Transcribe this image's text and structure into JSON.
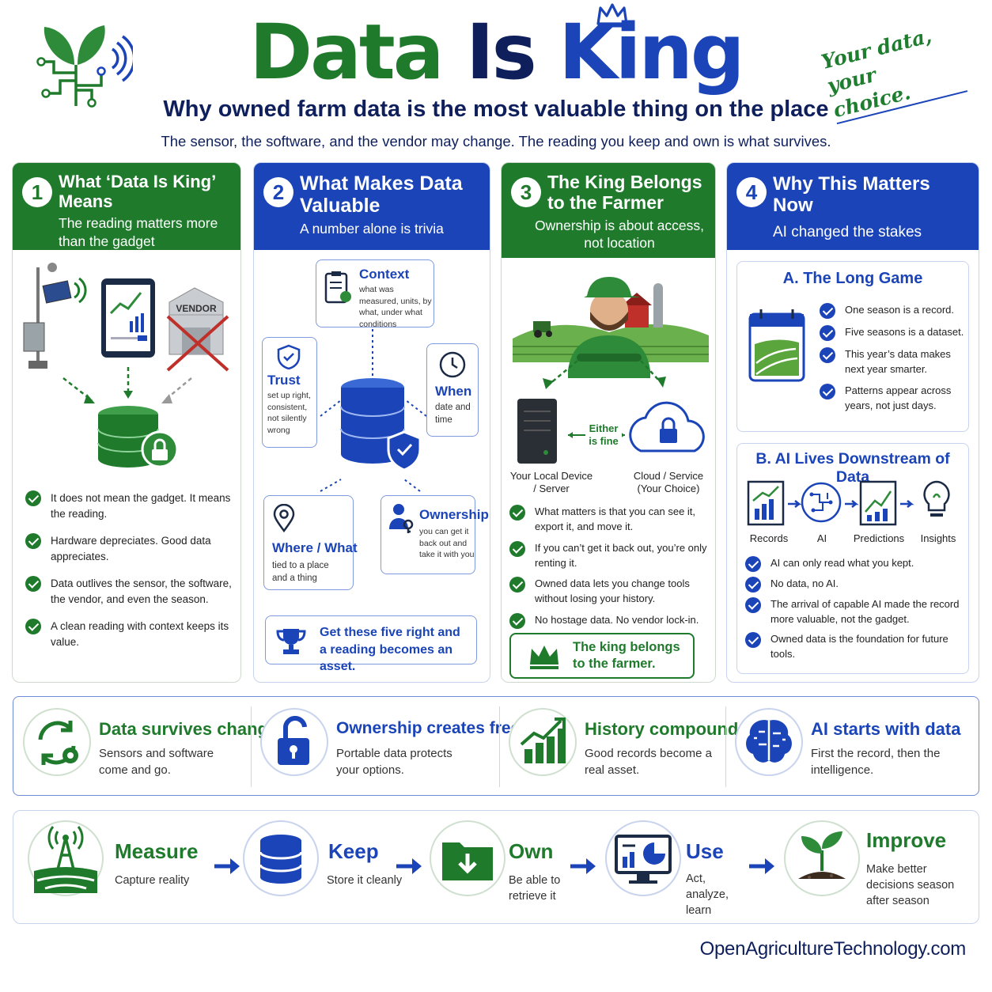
{
  "header": {
    "title_part1": "Data",
    "title_part2": "Is",
    "title_part3": "King",
    "subtitle": "Why owned farm data is the most valuable thing on the place",
    "tagline": "The sensor, the software, and the vendor may change. The reading you keep and own is what survives.",
    "slogan_line1": "Your data,",
    "slogan_line2": "your choice.",
    "logo_icon": "sprout-circuit-signal-icon"
  },
  "colors": {
    "green": "#1f7a2c",
    "blue": "#1a44b8",
    "navy": "#0e1f5c"
  },
  "columns": [
    {
      "number": "1",
      "title": "What ‘Data Is King’ Means",
      "subtitle": "The reading matters more than the gadget",
      "vendor_label": "VENDOR",
      "bullets": [
        "It does not mean the gadget. It means the reading.",
        "Hardware depreciates. Good data appreciates.",
        "Data outlives the sensor, the software, the vendor, and even the season.",
        "A clean reading with context keeps its value."
      ]
    },
    {
      "number": "2",
      "title": "What Makes Data Valuable",
      "subtitle": "A number alone is trivia",
      "cards": {
        "context": {
          "title": "Context",
          "desc": "what was measured, units, by what, under what conditions"
        },
        "trust": {
          "title": "Trust",
          "desc": "set up right, consistent, not silently wrong"
        },
        "when": {
          "title": "When",
          "desc": "date and time"
        },
        "where": {
          "title": "Where / What",
          "desc": "tied to a place and a thing"
        },
        "ownership": {
          "title": "Ownership",
          "desc": "you can get it back out and take it with you"
        }
      },
      "callout": "Get these five right and a reading becomes an asset."
    },
    {
      "number": "3",
      "title": "The King Belongs to the Farmer",
      "subtitle": "Ownership is about access, not location",
      "either": "Either is fine",
      "local_label": "Your Local Device / Server",
      "cloud_label": "Cloud / Service (Your Choice)",
      "bullets": [
        "What matters is that you can see it, export it, and move it.",
        "If you can’t get it back out, you’re only renting it.",
        "Owned data lets you change tools without losing your history.",
        "No hostage data. No vendor lock-in."
      ],
      "callout": "The king belongs to the farmer."
    },
    {
      "number": "4",
      "title": "Why This Matters Now",
      "subtitle": "AI changed the stakes",
      "panel_a": {
        "title": "A. The Long Game",
        "bullets": [
          "One season is a record.",
          "Five seasons is a dataset.",
          "This year’s data makes next year smarter.",
          "Patterns appear across years, not just days."
        ]
      },
      "panel_b": {
        "title": "B. AI Lives Downstream of Data",
        "pipeline": [
          "Records",
          "AI",
          "Predictions",
          "Insights"
        ],
        "bullets": [
          "AI can only read what you kept.",
          "No data, no AI.",
          "The arrival of capable AI made the record more valuable, not the gadget.",
          "Owned data is the foundation for future tools."
        ]
      }
    }
  ],
  "strip": [
    {
      "title": "Data survives change",
      "desc": "Sensors and software come and go.",
      "icon": "cycle-gear-icon"
    },
    {
      "title": "Ownership creates freedom",
      "desc": "Portable data protects your options.",
      "icon": "unlocked-padlock-icon"
    },
    {
      "title": "History compounds",
      "desc": "Good records become a real asset.",
      "icon": "growth-chart-icon"
    },
    {
      "title": "AI starts with data",
      "desc": "First the record, then the intelligence.",
      "icon": "circuit-brain-icon"
    }
  ],
  "flow": [
    {
      "title": "Measure",
      "desc": "Capture reality",
      "icon": "antenna-field-icon"
    },
    {
      "title": "Keep",
      "desc": "Store it cleanly",
      "icon": "database-icon"
    },
    {
      "title": "Own",
      "desc": "Be able to retrieve it",
      "icon": "folder-download-icon"
    },
    {
      "title": "Use",
      "desc": "Act, analyze, learn",
      "icon": "monitor-chart-icon"
    },
    {
      "title": "Improve",
      "desc": "Make better decisions season after season",
      "icon": "seedling-icon"
    }
  ],
  "footer": {
    "url": "OpenAgricultureTechnology.com"
  }
}
